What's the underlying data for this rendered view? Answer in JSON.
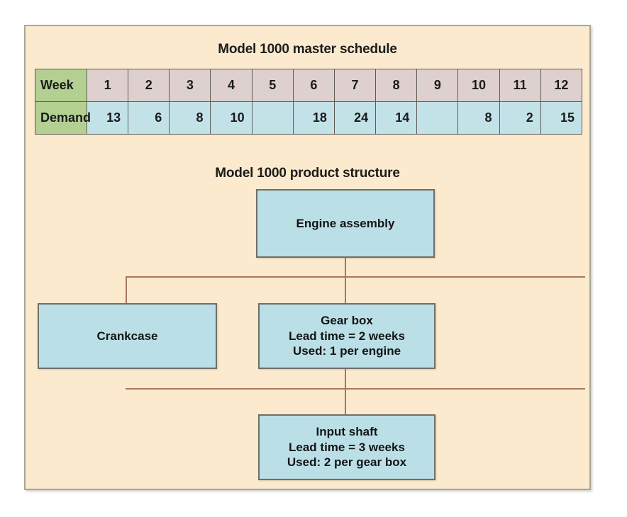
{
  "schedule": {
    "title": "Model 1000 master schedule",
    "row_labels": [
      "Week",
      "Demand"
    ],
    "weeks": [
      "1",
      "2",
      "3",
      "4",
      "5",
      "6",
      "7",
      "8",
      "9",
      "10",
      "11",
      "12"
    ],
    "demand": [
      "13",
      "6",
      "8",
      "10",
      "",
      "18",
      "24",
      "14",
      "",
      "8",
      "2",
      "15"
    ]
  },
  "structure": {
    "title": "Model 1000 product structure",
    "nodes": {
      "engine_assembly": {
        "line1": "Engine assembly",
        "line2": "",
        "line3": ""
      },
      "crankcase": {
        "line1": "Crankcase",
        "line2": "",
        "line3": ""
      },
      "gear_box": {
        "line1": "Gear box",
        "line2": "Lead time = 2 weeks",
        "line3": "Used: 1 per engine"
      },
      "input_shaft": {
        "line1": "Input shaft",
        "line2": "Lead time = 3 weeks",
        "line3": "Used: 2 per gear box"
      }
    }
  },
  "colors": {
    "panel_background": "#fbeacd",
    "label_cell": "#b3d092",
    "week_cell": "#ddd0ce",
    "demand_cell": "#c2e2e8",
    "node_fill": "#bbdfe7",
    "connector": "#a9765f"
  }
}
